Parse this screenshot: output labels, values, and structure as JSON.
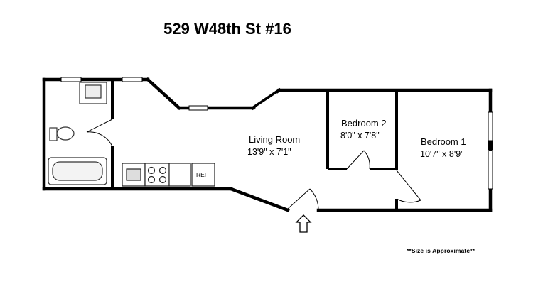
{
  "title": "529 W48th St #16",
  "note": "**Size is Approximate**",
  "rooms": [
    {
      "name": "Living Room",
      "size": "13'9\" x 7'1\""
    },
    {
      "name": "Bedroom 2",
      "size": "8'0\" x 7'8\""
    },
    {
      "name": "Bedroom 1",
      "size": "10'7\" x 8'9\""
    }
  ],
  "appliances": {
    "ref": "REF"
  },
  "colors": {
    "wall": "#000000",
    "window": "#ffffff",
    "fixture": "#555555"
  },
  "icons": {
    "entrance": "entrance-arrow-icon"
  }
}
